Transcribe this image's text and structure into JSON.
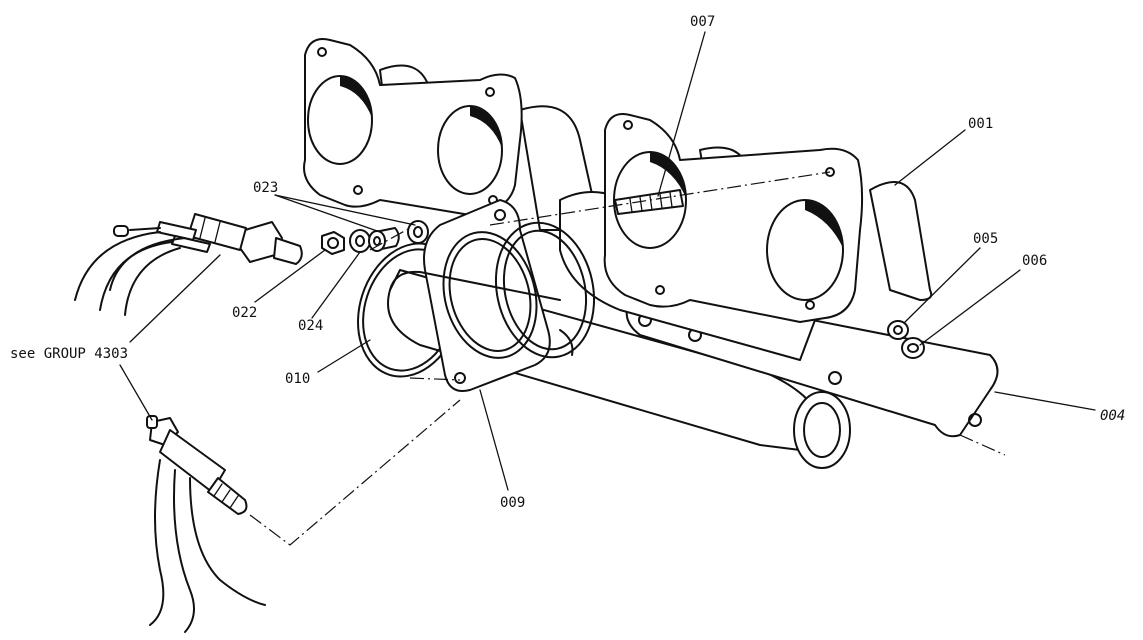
{
  "callouts": {
    "c001": "001",
    "c004": "004",
    "c005": "005",
    "c006": "006",
    "c007": "007",
    "c009": "009",
    "c010": "010",
    "c022": "022",
    "c023": "023",
    "c024": "024"
  },
  "reference_note": "see GROUP 4303",
  "colors": {
    "line": "#111111",
    "background": "#ffffff"
  }
}
